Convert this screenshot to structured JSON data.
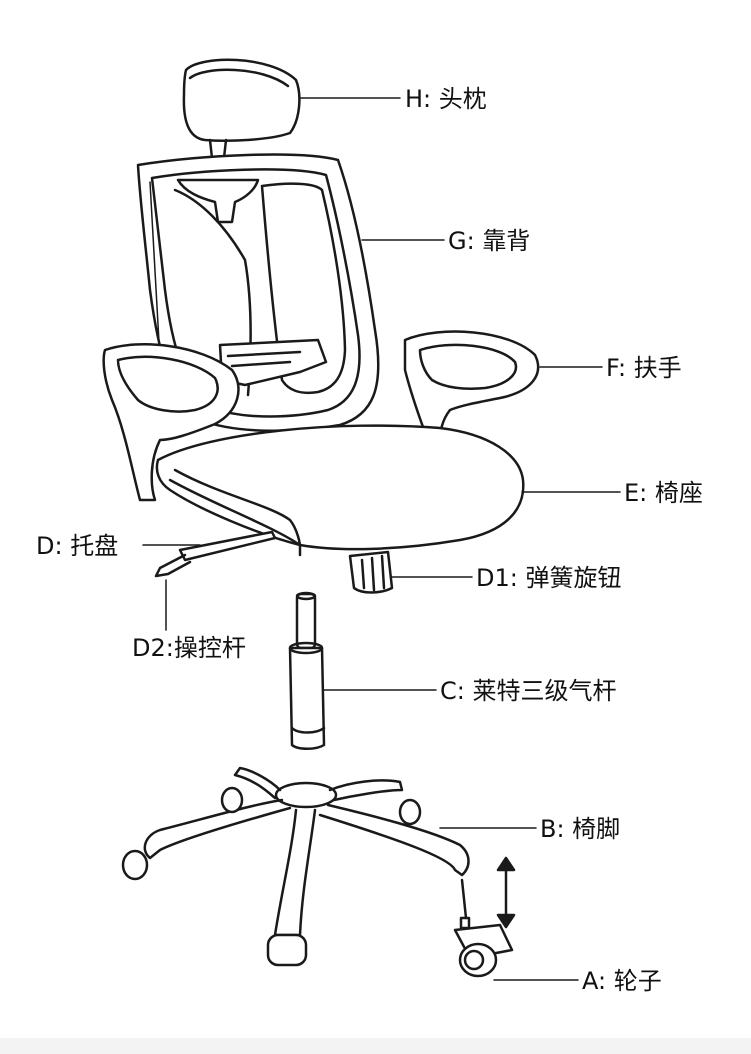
{
  "parts": [
    {
      "id": "H",
      "label": "H: 头枕"
    },
    {
      "id": "G",
      "label": "G: 靠背"
    },
    {
      "id": "F",
      "label": "F: 扶手"
    },
    {
      "id": "E",
      "label": "E: 椅座"
    },
    {
      "id": "D",
      "label": "D: 托盘"
    },
    {
      "id": "D1",
      "label": "D1: 弹簧旋钮"
    },
    {
      "id": "D2",
      "label": "D2:操控杆"
    },
    {
      "id": "C",
      "label": "C: 莱特三级气杆"
    },
    {
      "id": "B",
      "label": "B: 椅脚"
    },
    {
      "id": "A",
      "label": "A: 轮子"
    }
  ]
}
